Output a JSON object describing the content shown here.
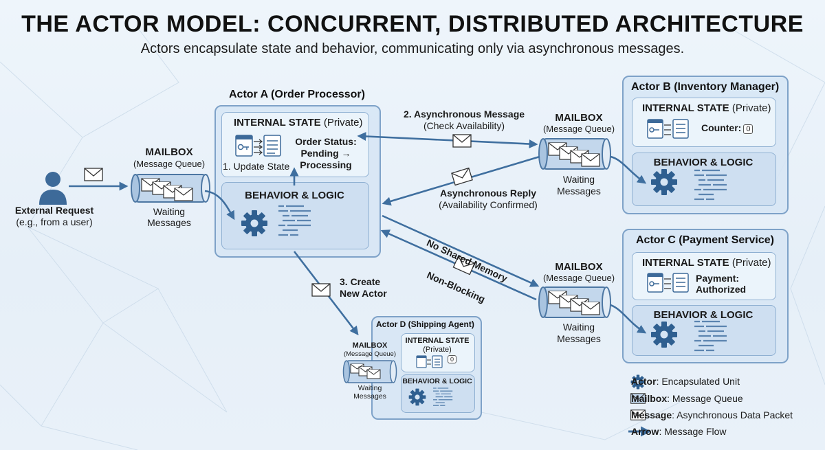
{
  "title": "THE ACTOR MODEL: CONCURRENT, DISTRIBUTED ARCHITECTURE",
  "subtitle": "Actors encapsulate state and behavior, communicating only via asynchronous messages.",
  "external": {
    "label": "External Request",
    "sublabel": "(e.g., from a user)"
  },
  "mailbox_a": {
    "title": "MAILBOX",
    "subtitle": "(Message Queue)",
    "waiting": "Waiting",
    "messages": "Messages"
  },
  "actor_a": {
    "title": "Actor A (Order Processor)",
    "state_label": "INTERNAL STATE",
    "state_private": "(Private)",
    "update_state": "1. Update State",
    "order_status_1": "Order Status:",
    "order_status_2": "Pending →",
    "order_status_3": "Processing",
    "behavior": "BEHAVIOR & LOGIC"
  },
  "msg_check": {
    "title": "2. Asynchronous Message",
    "sub": "(Check Availability)"
  },
  "msg_reply": {
    "title": "Asynchronous Reply",
    "sub": "(Availability Confirmed)"
  },
  "no_shared": "No Shared Memory",
  "non_blocking": "Non-Blocking",
  "create_actor": {
    "line1": "3. Create",
    "line2": "New Actor"
  },
  "mailbox_b": {
    "title": "MAILBOX",
    "subtitle": "(Message Queue)",
    "waiting": "Waiting",
    "messages": "Messages"
  },
  "actor_b": {
    "title": "Actor B (Inventory Manager)",
    "state_label": "INTERNAL STATE",
    "state_private": "(Private)",
    "counter_label": "Counter:",
    "counter_value": "0",
    "behavior": "BEHAVIOR & LOGIC"
  },
  "mailbox_c": {
    "title": "MAILBOX",
    "subtitle": "(Message Queue)",
    "waiting": "Waiting",
    "messages": "Messages"
  },
  "actor_c": {
    "title": "Actor C (Payment Service)",
    "state_label": "INTERNAL STATE",
    "state_private": "(Private)",
    "payment_1": "Payment:",
    "payment_2": "Authorized",
    "behavior": "BEHAVIOR & LOGIC"
  },
  "actor_d": {
    "title": "Actor D (Shipping Agent)",
    "mailbox_title": "MAILBOX",
    "mailbox_sub": "(Message Queue)",
    "waiting": "Waiting",
    "messages": "Messages",
    "state_label": "INTERNAL STATE",
    "state_private": "(Private)",
    "counter_value": "0",
    "behavior": "BEHAVIOR & LOGIC"
  },
  "legend": [
    {
      "icon": "gear-icon",
      "term": "Actor",
      "desc": ": Encapsulated Unit"
    },
    {
      "icon": "mailbox-icon",
      "term": "Mailbox",
      "desc": ": Message Queue"
    },
    {
      "icon": "envelope-icon",
      "term": "Message",
      "desc": ": Asynchronous Data Packet"
    },
    {
      "icon": "arrow-icon",
      "term": "Arrow",
      "desc": ": Message Flow"
    }
  ],
  "colors": {
    "arrow": "#3f6f9f",
    "box_border": "#7ea2c8",
    "box_fill": "#d6e5f4",
    "icon": "#2f5f90"
  }
}
